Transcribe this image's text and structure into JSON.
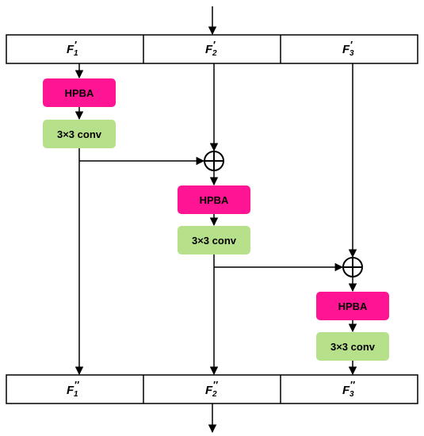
{
  "top_row": [
    {
      "main": "F",
      "sub": "1",
      "prime": "′"
    },
    {
      "main": "F",
      "sub": "2",
      "prime": "′"
    },
    {
      "main": "F",
      "sub": "3",
      "prime": "′"
    }
  ],
  "bottom_row": [
    {
      "main": "F",
      "sub": "1",
      "prime": "″"
    },
    {
      "main": "F",
      "sub": "2",
      "prime": "″"
    },
    {
      "main": "F",
      "sub": "3",
      "prime": "″"
    }
  ],
  "blocks": {
    "hpba_label": "HPBA",
    "conv_label": "3×3 conv"
  },
  "colors": {
    "hpba": "#FF1493",
    "conv": "#B6E08A",
    "line": "#000000"
  }
}
